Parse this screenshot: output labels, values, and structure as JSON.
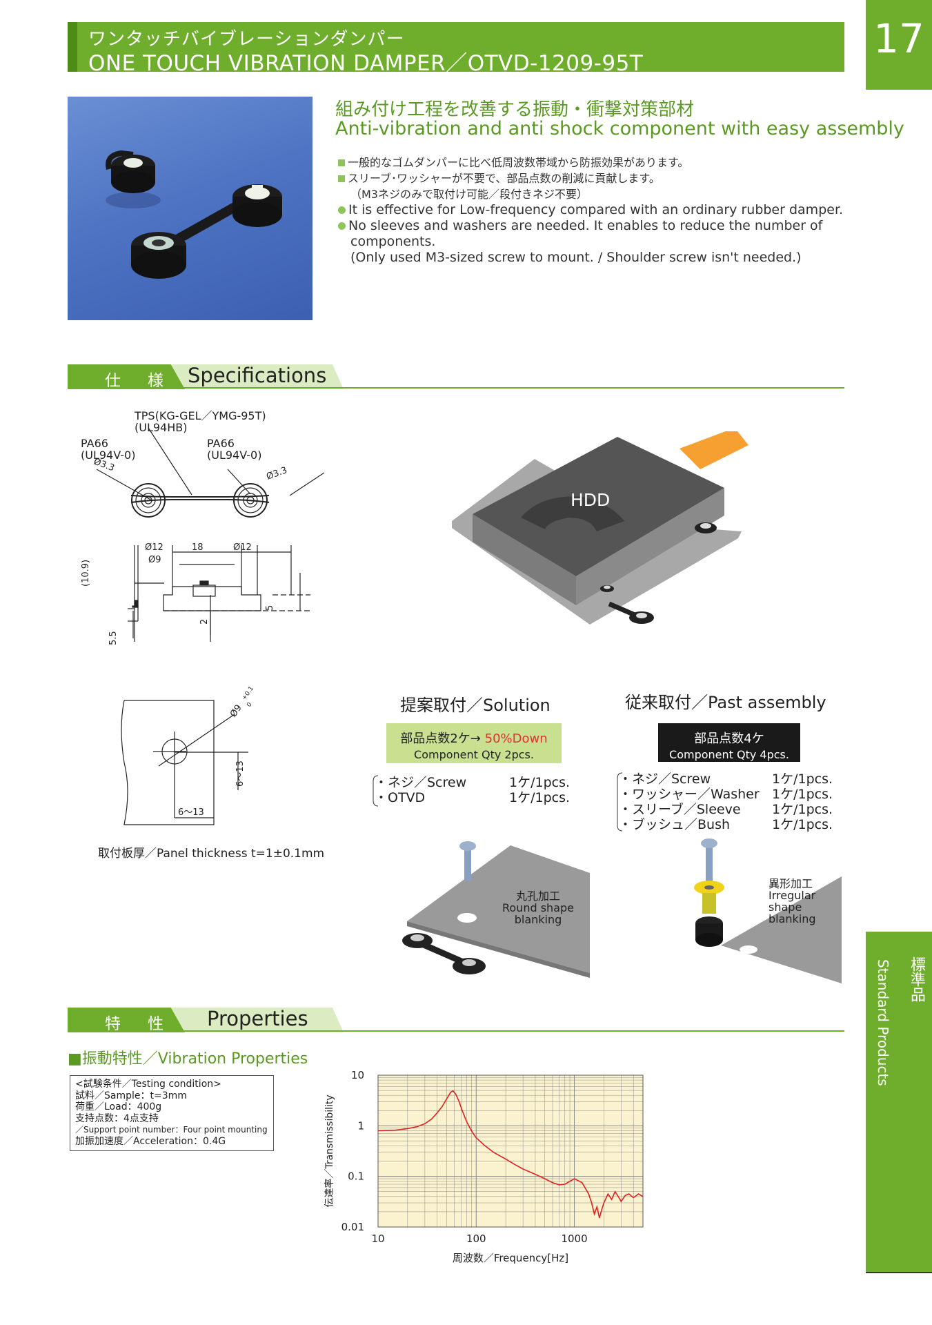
{
  "header": {
    "title_jp": "ワンタッチバイブレーションダンパー",
    "title_en": "ONE TOUCH VIBRATION DAMPER／OTVD-1209-95T",
    "page_number": "17"
  },
  "intro": {
    "heading_jp": "組み付け工程を改善する振動・衝撃対策部材",
    "heading_en": "Anti-vibration and anti shock component with easy assembly",
    "bullets_jp": [
      "一般的なゴムダンパーに比べ低周波数帯域から防振効果があります。",
      "スリーブ･ワッシャーが不要で、部品点数の削減に貢献します。",
      "（M3ネジのみで取付け可能／段付きネジ不要）"
    ],
    "bullets_en": [
      "It is effective for Low-frequency compared with  an ordinary rubber damper.",
      "No sleeves and washers are needed. It enables to reduce the number of",
      "components.",
      "(Only used M3-sized screw to mount. / Shoulder screw isn't needed.)"
    ]
  },
  "specs": {
    "section_jp": "仕　様",
    "section_en": "Specifications",
    "material_center": [
      "TPS(KG-GEL／YMG-95T)",
      "(UL94HB)"
    ],
    "material_left": [
      "PA66",
      "(UL94V-0)"
    ],
    "material_right": [
      "PA66",
      "(UL94V-0)"
    ],
    "dims": {
      "d33": "Ø3.3",
      "d12": "Ø12",
      "d18": "18",
      "d9": "Ø9",
      "h109": "(10.9)",
      "h55": "5.5",
      "h2": "2",
      "h5": "5",
      "hole": "Ø9",
      "tol": "+0.1",
      "tol0": "0",
      "r613a": "6〜13",
      "r613b": "6〜13"
    },
    "panel_thickness": "取付板厚／Panel thickness  t=1±0.1mm",
    "hdd_label": "HDD"
  },
  "solution": {
    "title": "提案取付／Solution",
    "qty_jp_prefix": "部品点数2ケ→ ",
    "qty_highlight": "50%Down",
    "qty_en": "Component Qty 2pcs.",
    "items": [
      {
        "name": "・ネジ／Screw",
        "qty": "1ケ/1pcs."
      },
      {
        "name": "・OTVD",
        "qty": "1ケ/1pcs."
      }
    ],
    "blank_label": [
      "丸孔加工",
      "Round shape",
      "blanking"
    ]
  },
  "past": {
    "title": "従来取付／Past assembly",
    "qty_jp": "部品点数4ケ",
    "qty_en": "Component Qty 4pcs.",
    "items": [
      {
        "name": "・ネジ／Screw",
        "qty": "1ケ/1pcs."
      },
      {
        "name": "・ワッシャー／Washer",
        "qty": "1ケ/1pcs."
      },
      {
        "name": "・スリーブ／Sleeve",
        "qty": "1ケ/1pcs."
      },
      {
        "name": "・ブッシュ／Bush",
        "qty": "1ケ/1pcs."
      }
    ],
    "blank_label": [
      "異形加工",
      "Irregular",
      "shape",
      "blanking"
    ]
  },
  "properties": {
    "section_jp": "特　性",
    "section_en": "Properties",
    "sub_heading": "■振動特性／Vibration Properties",
    "conditions": [
      "<試験条件／Testing condition>",
      "試料／Sample：t=3mm",
      "荷重／Load：400g",
      "支持点数：4点支持",
      "／Support point number：Four point mounting",
      "加振加速度／Acceleration：0.4G"
    ]
  },
  "side_tab": {
    "jp": "標準品",
    "en": "Standard Products"
  },
  "chart_data": {
    "type": "line",
    "xlabel": "周波数／Frequency[Hz]",
    "ylabel": "伝達率／Transmissibility",
    "x_scale": "log",
    "y_scale": "log",
    "xlim": [
      10,
      5000
    ],
    "ylim": [
      0.01,
      10
    ],
    "x_ticks": [
      "10",
      "100",
      "1000"
    ],
    "y_ticks": [
      "10",
      "1",
      "0.1",
      "0.01"
    ],
    "grid": true,
    "line_color": "#e02020",
    "series": [
      {
        "x": [
          10,
          15,
          20,
          25,
          30,
          35,
          40,
          45,
          50,
          55,
          58,
          62,
          67,
          72,
          80,
          90,
          100,
          120,
          150,
          200,
          250,
          300,
          400,
          500,
          600,
          700,
          800,
          1000,
          1200,
          1400,
          1500,
          1600,
          1700,
          1800,
          1900,
          2000,
          2200,
          2400,
          2600,
          2800,
          3000,
          3300,
          3600,
          4000,
          4500,
          5000
        ],
        "y": [
          0.8,
          0.82,
          0.88,
          0.96,
          1.1,
          1.35,
          1.8,
          2.4,
          3.4,
          4.6,
          4.9,
          4.2,
          3.0,
          2.0,
          1.2,
          0.78,
          0.58,
          0.42,
          0.3,
          0.22,
          0.17,
          0.14,
          0.11,
          0.09,
          0.075,
          0.068,
          0.07,
          0.09,
          0.075,
          0.045,
          0.03,
          0.018,
          0.025,
          0.015,
          0.022,
          0.03,
          0.045,
          0.035,
          0.05,
          0.04,
          0.032,
          0.042,
          0.045,
          0.038,
          0.045,
          0.04
        ]
      }
    ]
  }
}
